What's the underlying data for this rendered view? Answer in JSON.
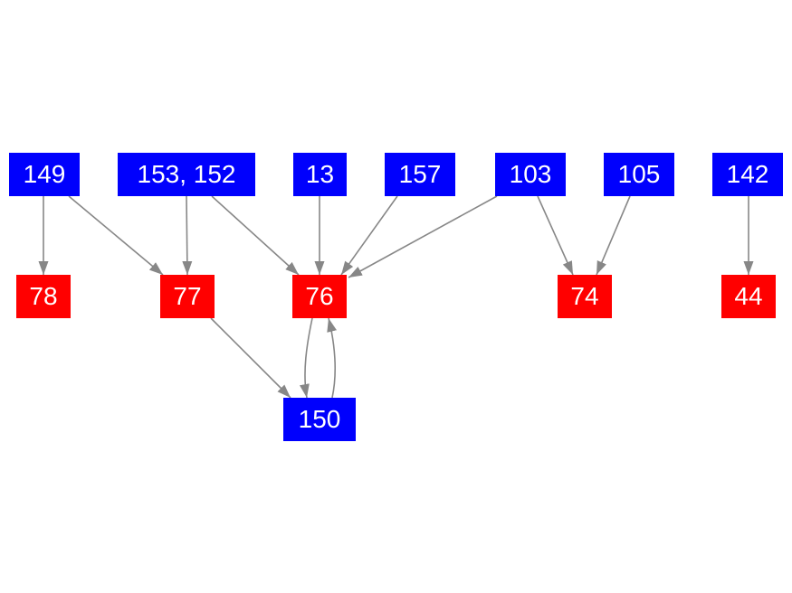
{
  "diagram": {
    "title": "dependency-graph",
    "background_color": "#ffffff",
    "node_text_color": "#ffffff",
    "edge_color": "#878787",
    "node_colors": {
      "blue": "#0000fd",
      "red": "#ff0000"
    },
    "nodes": [
      {
        "id": "149",
        "label": "149",
        "color": "blue"
      },
      {
        "id": "153_152",
        "label": "153, 152",
        "color": "blue"
      },
      {
        "id": "13",
        "label": "13",
        "color": "blue"
      },
      {
        "id": "157",
        "label": "157",
        "color": "blue"
      },
      {
        "id": "103",
        "label": "103",
        "color": "blue"
      },
      {
        "id": "105",
        "label": "105",
        "color": "blue"
      },
      {
        "id": "142",
        "label": "142",
        "color": "blue"
      },
      {
        "id": "78",
        "label": "78",
        "color": "red"
      },
      {
        "id": "77",
        "label": "77",
        "color": "red"
      },
      {
        "id": "76",
        "label": "76",
        "color": "red"
      },
      {
        "id": "74",
        "label": "74",
        "color": "red"
      },
      {
        "id": "44",
        "label": "44",
        "color": "red"
      },
      {
        "id": "150",
        "label": "150",
        "color": "blue"
      }
    ],
    "edges": [
      {
        "from": "149",
        "to": "78"
      },
      {
        "from": "149",
        "to": "77"
      },
      {
        "from": "153_152",
        "to": "77"
      },
      {
        "from": "153_152",
        "to": "76"
      },
      {
        "from": "13",
        "to": "76"
      },
      {
        "from": "157",
        "to": "76"
      },
      {
        "from": "103",
        "to": "76"
      },
      {
        "from": "103",
        "to": "74"
      },
      {
        "from": "105",
        "to": "74"
      },
      {
        "from": "142",
        "to": "44"
      },
      {
        "from": "77",
        "to": "150"
      },
      {
        "from": "76",
        "to": "150",
        "curve": "left"
      },
      {
        "from": "150",
        "to": "76",
        "curve": "right"
      }
    ]
  }
}
